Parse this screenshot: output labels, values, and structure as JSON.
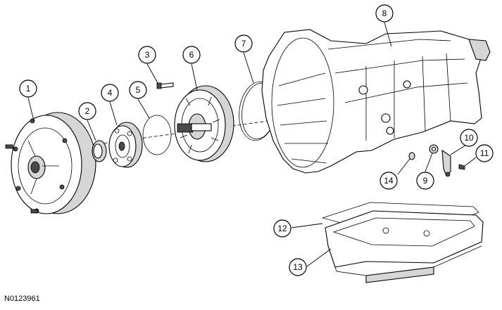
{
  "figure_id": "N0123961",
  "callouts": [
    "1",
    "2",
    "3",
    "4",
    "5",
    "6",
    "7",
    "8",
    "9",
    "10",
    "11",
    "12",
    "13",
    "14"
  ]
}
